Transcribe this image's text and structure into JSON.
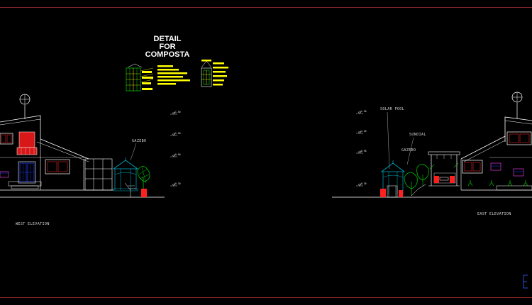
{
  "detail_title": [
    "DETAIL",
    "FOR",
    "COMPOSTA"
  ],
  "west": {
    "caption": "WEST ELEVATION",
    "gazebo_label": "GAZEBO",
    "levels": [
      "+1.50",
      "+1.20",
      "+0.90",
      "+0.30"
    ]
  },
  "east": {
    "caption": "EAST ELEVATION",
    "solar_pool_label": "SOLAR POOL",
    "sundial_label": "SUNDIAL",
    "gazebo_label": "GAZEBO",
    "levels": [
      "+1.50",
      "+1.20",
      "+0.90",
      "+0.30"
    ]
  },
  "colors": {
    "background": "#000000",
    "border": "#b03030",
    "house_lines": "#ffffff",
    "window_red": "#e02020",
    "window_blue": "#2040ff",
    "text_yellow": "#ffff00",
    "gazebo_cyan": "#00b0c8",
    "tree_green": "#00d000",
    "glass_blue": "#0060ff",
    "seat_red": "#ff2020"
  }
}
